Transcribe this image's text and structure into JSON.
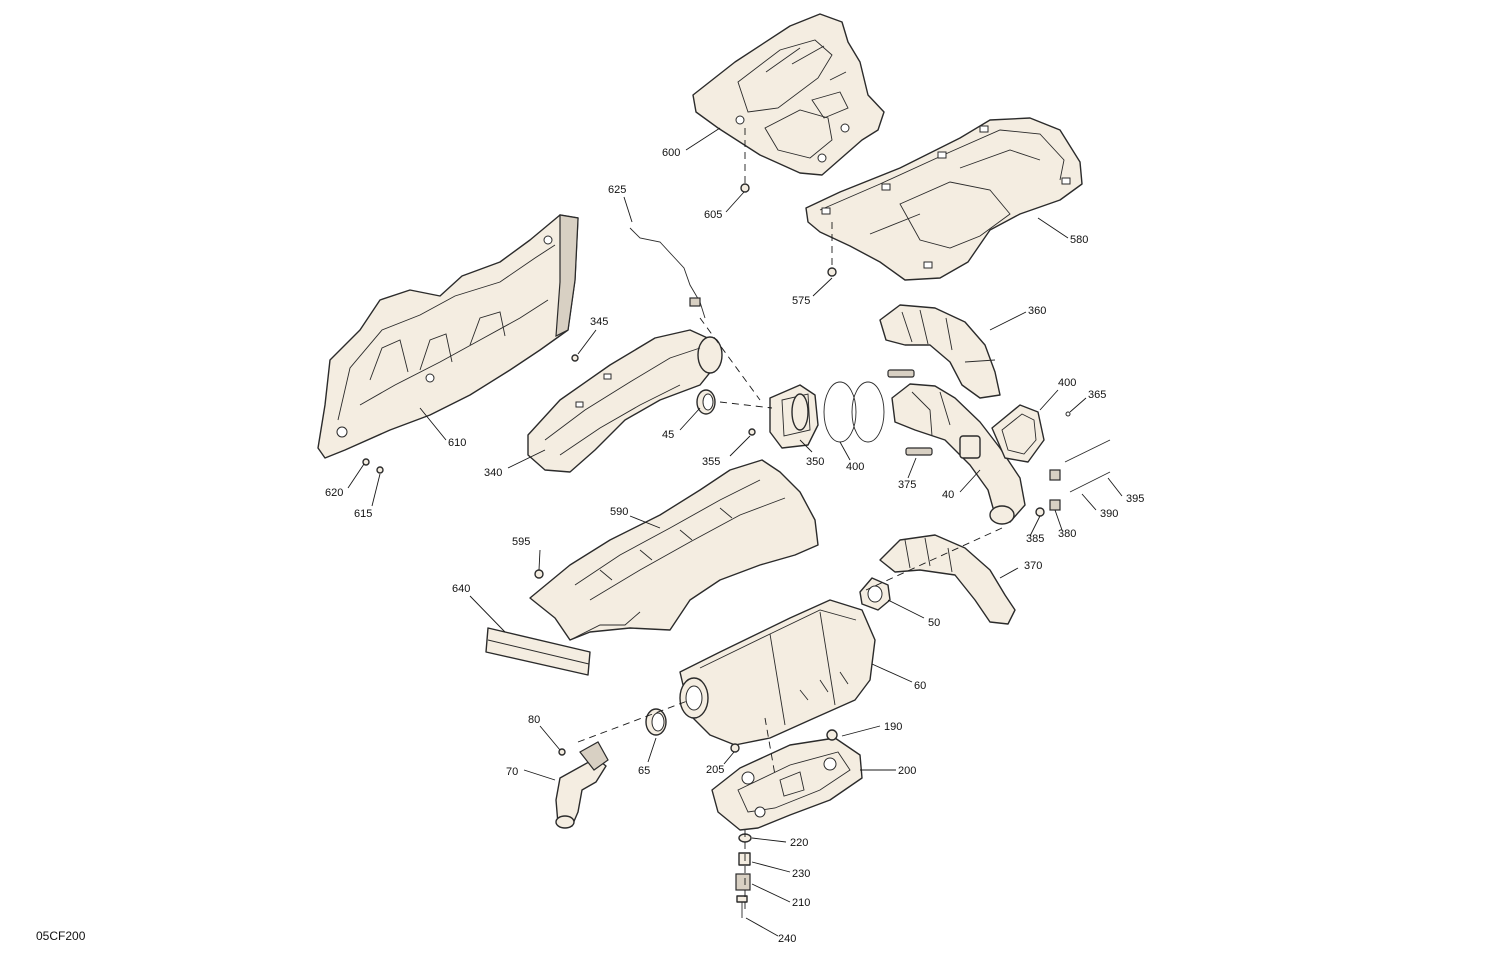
{
  "diagram_code": "05CF200",
  "callouts": [
    {
      "id": "600",
      "label": "600"
    },
    {
      "id": "605",
      "label": "605"
    },
    {
      "id": "625",
      "label": "625"
    },
    {
      "id": "580",
      "label": "580"
    },
    {
      "id": "575",
      "label": "575"
    },
    {
      "id": "345",
      "label": "345"
    },
    {
      "id": "360",
      "label": "360"
    },
    {
      "id": "610",
      "label": "610"
    },
    {
      "id": "45",
      "label": "45"
    },
    {
      "id": "355",
      "label": "355"
    },
    {
      "id": "350",
      "label": "350"
    },
    {
      "id": "400a",
      "label": "400"
    },
    {
      "id": "400b",
      "label": "400"
    },
    {
      "id": "365",
      "label": "365"
    },
    {
      "id": "375",
      "label": "375"
    },
    {
      "id": "340",
      "label": "340"
    },
    {
      "id": "620",
      "label": "620"
    },
    {
      "id": "615",
      "label": "615"
    },
    {
      "id": "40",
      "label": "40"
    },
    {
      "id": "395",
      "label": "395"
    },
    {
      "id": "390",
      "label": "390"
    },
    {
      "id": "380",
      "label": "380"
    },
    {
      "id": "385",
      "label": "385"
    },
    {
      "id": "590",
      "label": "590"
    },
    {
      "id": "595",
      "label": "595"
    },
    {
      "id": "370",
      "label": "370"
    },
    {
      "id": "640",
      "label": "640"
    },
    {
      "id": "50",
      "label": "50"
    },
    {
      "id": "60",
      "label": "60"
    },
    {
      "id": "80",
      "label": "80"
    },
    {
      "id": "190",
      "label": "190"
    },
    {
      "id": "205",
      "label": "205"
    },
    {
      "id": "200",
      "label": "200"
    },
    {
      "id": "70",
      "label": "70"
    },
    {
      "id": "65",
      "label": "65"
    },
    {
      "id": "220",
      "label": "220"
    },
    {
      "id": "230",
      "label": "230"
    },
    {
      "id": "210",
      "label": "210"
    },
    {
      "id": "240",
      "label": "240"
    }
  ]
}
